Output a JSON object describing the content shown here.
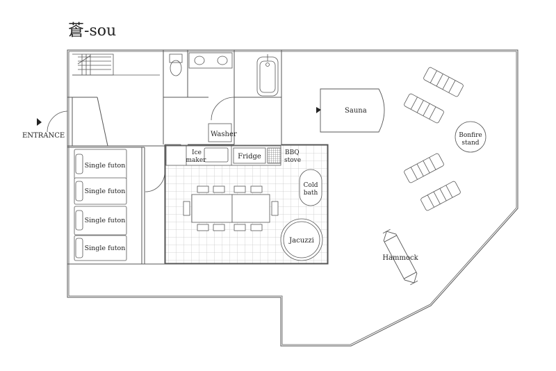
{
  "title": {
    "kanji": "蒼",
    "dash": "-",
    "romaji": "sou"
  },
  "labels": {
    "entrance": "ENTRANCE",
    "sauna": "Sauna",
    "bonfire_line1": "Bonfire",
    "bonfire_line2": "stand",
    "washer": "Washer",
    "ice_line1": "Ice",
    "ice_line2": "maker",
    "fridge": "Fridge",
    "bbq_line1": "BBQ",
    "bbq_line2": "stove",
    "cold_line1": "Cold",
    "cold_line2": "bath",
    "jacuzzi": "Jacuzzi",
    "hammock": "Hammock",
    "futons": [
      "Single futon",
      "Single futon",
      "Single futon",
      "Single futon"
    ]
  },
  "colors": {
    "line": "#555555",
    "text": "#222222",
    "grid": "#c8c8c8"
  }
}
